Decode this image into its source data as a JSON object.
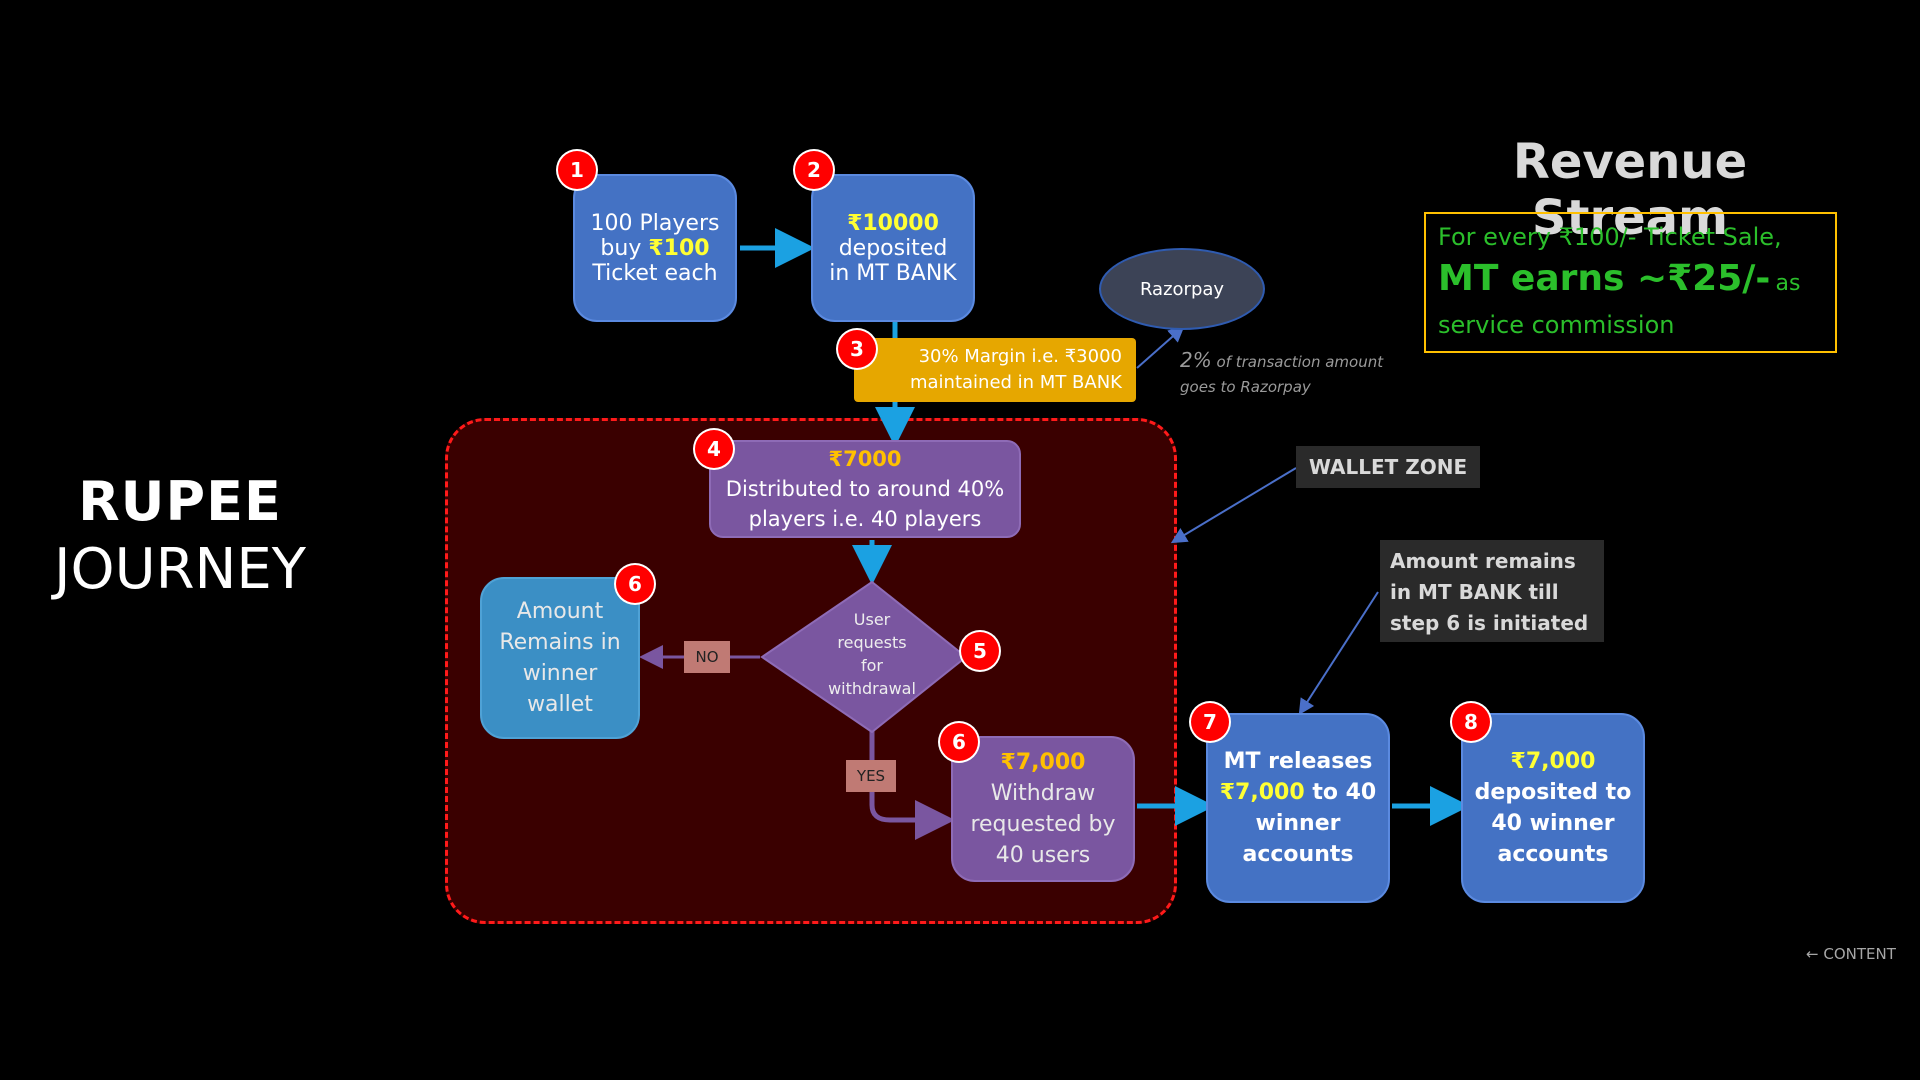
{
  "slide_title": {
    "line1": "RUPEE",
    "line2": "JOURNEY"
  },
  "revenue": {
    "title": "Revenue Stream",
    "line1": "For every ₹100/- Ticket Sale,",
    "line2_big": "MT earns ~₹25/-",
    "line2_small": "as",
    "line3": "service commission"
  },
  "steps": {
    "s1": {
      "badge": "1",
      "l1": "100 Players",
      "l2_pre": "buy ",
      "l2_hl": "₹100",
      "l3": "Ticket each"
    },
    "s2": {
      "badge": "2",
      "l1": "₹10000",
      "l2": "deposited",
      "l3": "in MT BANK"
    },
    "s3": {
      "badge": "3",
      "l1": "30% Margin i.e. ₹3000",
      "l2": "maintained in MT BANK"
    },
    "s4": {
      "badge": "4",
      "l1": "₹7000",
      "l2": "Distributed to around 40%",
      "l3": "players i.e. 40 players"
    },
    "s5": {
      "badge": "5",
      "l1": "User",
      "l2": "requests",
      "l3": "for",
      "l4": "withdrawal"
    },
    "s6a": {
      "badge": "6",
      "l1": "Amount",
      "l2": "Remains in",
      "l3": "winner",
      "l4": "wallet"
    },
    "s6b": {
      "badge": "6",
      "l1": "₹7,000",
      "l2": "Withdraw",
      "l3": "requested by",
      "l4": "40 users"
    },
    "s7": {
      "badge": "7",
      "l1": "MT releases",
      "l2_hl": "₹7,000",
      "l2_post": " to 40",
      "l3": "winner",
      "l4": "accounts"
    },
    "s8": {
      "badge": "8",
      "l1": "₹7,000",
      "l2": "deposited to",
      "l3": "40 winner",
      "l4": "accounts"
    }
  },
  "razorpay": {
    "label": "Razorpay",
    "note_pct": "2%",
    "note1": " of transaction amount",
    "note2": "goes to Razorpay"
  },
  "wallet_zone": "WALLET ZONE",
  "amount_note": {
    "l1": "Amount remains",
    "l2": "in MT BANK till",
    "l3": "step 6 is initiated"
  },
  "decision": {
    "no": "NO",
    "yes": "YES"
  },
  "footer_link": "CONTENT",
  "colors": {
    "box_blue": "#4472C4",
    "box_purple": "#7A56A0",
    "margin_gold": "#E6A700",
    "revenue_green": "#2BBF2B",
    "arrow": "#1ba1e2"
  }
}
